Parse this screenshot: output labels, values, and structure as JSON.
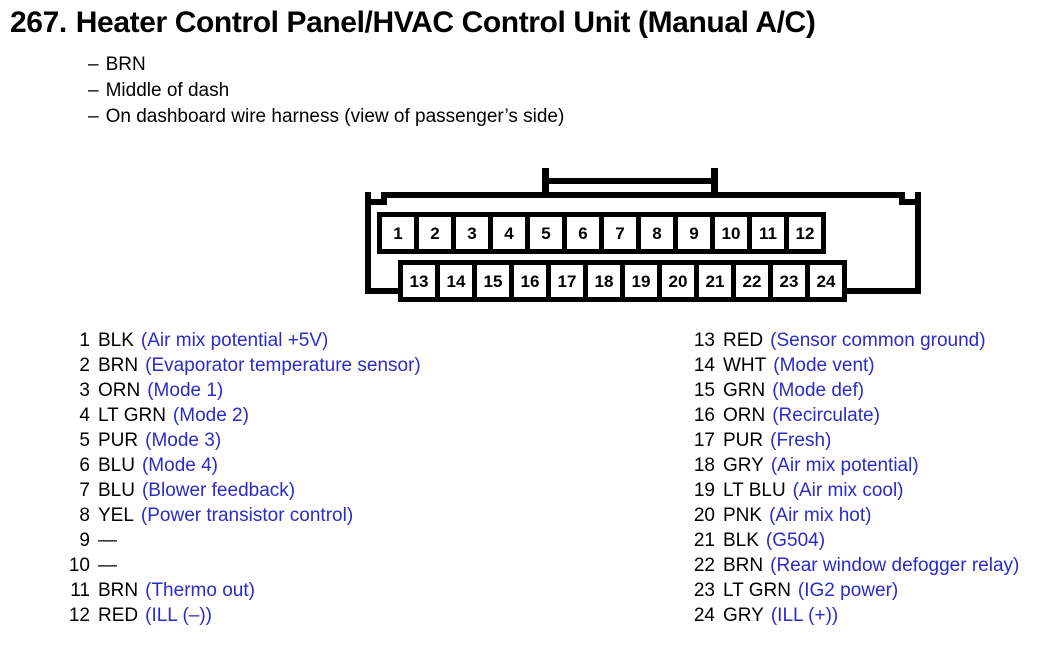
{
  "title": {
    "number": "267.",
    "text": "Heater Control Panel/HVAC Control Unit (Manual A/C)"
  },
  "bullets": [
    {
      "dash": "–",
      "text": "BRN"
    },
    {
      "dash": "–",
      "text": "Middle of dash"
    },
    {
      "dash": "–",
      "text": "On dashboard wire harness (view of passenger’s side)"
    }
  ],
  "connector": {
    "top_row": [
      "1",
      "2",
      "3",
      "4",
      "5",
      "6",
      "7",
      "8",
      "9",
      "10",
      "11",
      "12"
    ],
    "bottom_row": [
      "13",
      "14",
      "15",
      "16",
      "17",
      "18",
      "19",
      "20",
      "21",
      "22",
      "23",
      "24"
    ]
  },
  "colors": {
    "description_blue": "#2b2bc8",
    "ink_black": "#000000",
    "background": "#ffffff"
  },
  "pins_left": [
    {
      "num": "1",
      "color": "BLK",
      "desc": "(Air mix potential +5V)"
    },
    {
      "num": "2",
      "color": "BRN",
      "desc": "(Evaporator temperature sensor)"
    },
    {
      "num": "3",
      "color": "ORN",
      "desc": "(Mode 1)"
    },
    {
      "num": "4",
      "color": "LT GRN",
      "desc": "(Mode 2)"
    },
    {
      "num": "5",
      "color": "PUR",
      "desc": "(Mode 3)"
    },
    {
      "num": "6",
      "color": "BLU",
      "desc": "(Mode 4)"
    },
    {
      "num": "7",
      "color": "BLU",
      "desc": "(Blower feedback)"
    },
    {
      "num": "8",
      "color": "YEL",
      "desc": "(Power transistor control)"
    },
    {
      "num": "9",
      "color": "—",
      "desc": ""
    },
    {
      "num": "10",
      "color": "—",
      "desc": ""
    },
    {
      "num": "11",
      "color": "BRN",
      "desc": "(Thermo out)"
    },
    {
      "num": "12",
      "color": "RED",
      "desc": "(ILL (–))"
    }
  ],
  "pins_right": [
    {
      "num": "13",
      "color": "RED",
      "desc": "(Sensor common ground)"
    },
    {
      "num": "14",
      "color": "WHT",
      "desc": "(Mode vent)"
    },
    {
      "num": "15",
      "color": "GRN",
      "desc": "(Mode def)"
    },
    {
      "num": "16",
      "color": "ORN",
      "desc": "(Recirculate)"
    },
    {
      "num": "17",
      "color": "PUR",
      "desc": "(Fresh)"
    },
    {
      "num": "18",
      "color": "GRY",
      "desc": "(Air mix potential)"
    },
    {
      "num": "19",
      "color": "LT BLU",
      "desc": "(Air mix cool)"
    },
    {
      "num": "20",
      "color": "PNK",
      "desc": "(Air mix hot)"
    },
    {
      "num": "21",
      "color": "BLK",
      "desc": "(G504)"
    },
    {
      "num": "22",
      "color": "BRN",
      "desc": "(Rear window defogger relay)"
    },
    {
      "num": "23",
      "color": "LT GRN",
      "desc": "(IG2 power)"
    },
    {
      "num": "24",
      "color": "GRY",
      "desc": "(ILL (+))"
    }
  ]
}
